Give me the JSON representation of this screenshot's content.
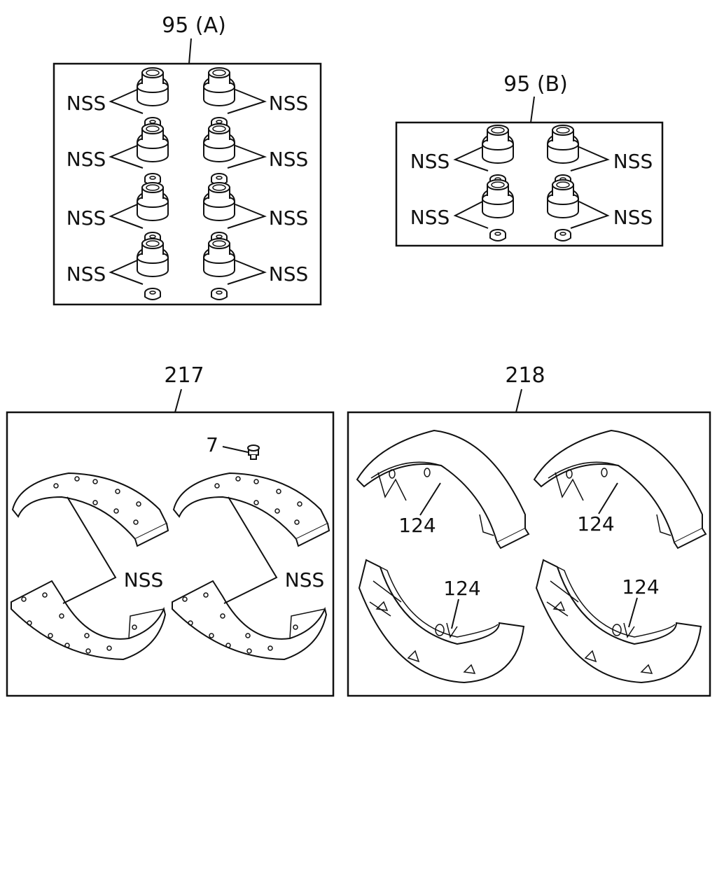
{
  "groups": {
    "g95a": {
      "label": "95 (A)",
      "nss": "NSS"
    },
    "g95b": {
      "label": "95 (B)",
      "nss": "NSS"
    },
    "g217": {
      "label": "217",
      "nss": "NSS",
      "rivet_ref": "7"
    },
    "g218": {
      "label": "218",
      "shoe_ref": "124"
    }
  }
}
